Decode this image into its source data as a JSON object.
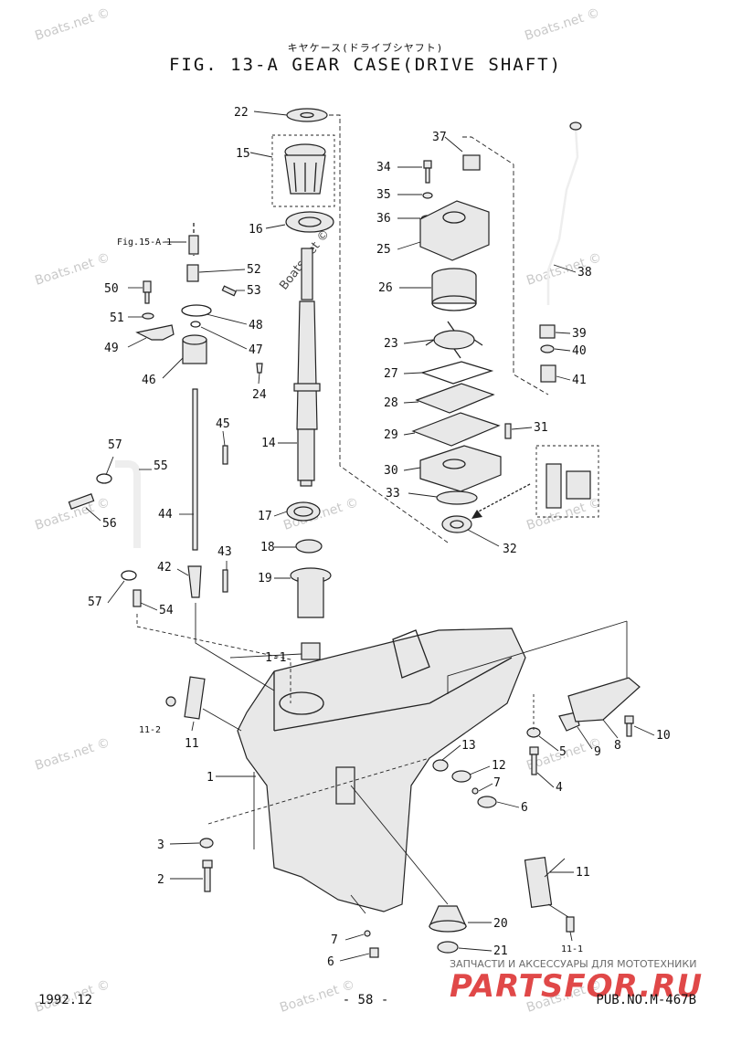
{
  "header": {
    "subtitle": "キヤケース(ドライブシヤフト)",
    "title": "FIG. 13-A GEAR CASE(DRIVE SHAFT)"
  },
  "footer": {
    "date": "1992.12",
    "page": "- 58 -",
    "pub_no": "PUB.NO.M-467B"
  },
  "banner": {
    "subtitle": "ЗАПЧАСТИ И АКСЕССУАРЫ ДЛЯ МОТОТЕХНИКИ",
    "brand": "PARTSFOR.RU"
  },
  "watermark": "Boats.net ©",
  "callouts": [
    {
      "id": "22",
      "label": "22"
    },
    {
      "id": "15",
      "label": "15"
    },
    {
      "id": "16",
      "label": "16"
    },
    {
      "id": "ref15a1",
      "label": "Fig.15-A-1"
    },
    {
      "id": "52",
      "label": "52"
    },
    {
      "id": "53",
      "label": "53"
    },
    {
      "id": "50",
      "label": "50"
    },
    {
      "id": "51",
      "label": "51"
    },
    {
      "id": "48",
      "label": "48"
    },
    {
      "id": "47",
      "label": "47"
    },
    {
      "id": "49",
      "label": "49"
    },
    {
      "id": "46",
      "label": "46"
    },
    {
      "id": "24",
      "label": "24"
    },
    {
      "id": "45",
      "label": "45"
    },
    {
      "id": "14",
      "label": "14"
    },
    {
      "id": "57a",
      "label": "57"
    },
    {
      "id": "55",
      "label": "55"
    },
    {
      "id": "56",
      "label": "56"
    },
    {
      "id": "44",
      "label": "44"
    },
    {
      "id": "17",
      "label": "17"
    },
    {
      "id": "18",
      "label": "18"
    },
    {
      "id": "42",
      "label": "42"
    },
    {
      "id": "43",
      "label": "43"
    },
    {
      "id": "19",
      "label": "19"
    },
    {
      "id": "57b",
      "label": "57"
    },
    {
      "id": "54",
      "label": "54"
    },
    {
      "id": "1-1",
      "label": "1-1"
    },
    {
      "id": "11-2",
      "label": "11-2"
    },
    {
      "id": "11a",
      "label": "11"
    },
    {
      "id": "1",
      "label": "1"
    },
    {
      "id": "3",
      "label": "3"
    },
    {
      "id": "2",
      "label": "2"
    },
    {
      "id": "13",
      "label": "13"
    },
    {
      "id": "12",
      "label": "12"
    },
    {
      "id": "7a",
      "label": "7"
    },
    {
      "id": "6a",
      "label": "6"
    },
    {
      "id": "5",
      "label": "5"
    },
    {
      "id": "4",
      "label": "4"
    },
    {
      "id": "9",
      "label": "9"
    },
    {
      "id": "8",
      "label": "8"
    },
    {
      "id": "10",
      "label": "10"
    },
    {
      "id": "11b",
      "label": "11"
    },
    {
      "id": "11-1",
      "label": "11-1"
    },
    {
      "id": "20",
      "label": "20"
    },
    {
      "id": "21",
      "label": "21"
    },
    {
      "id": "7b",
      "label": "7"
    },
    {
      "id": "6b",
      "label": "6"
    },
    {
      "id": "37",
      "label": "37"
    },
    {
      "id": "34",
      "label": "34"
    },
    {
      "id": "35",
      "label": "35"
    },
    {
      "id": "36",
      "label": "36"
    },
    {
      "id": "25",
      "label": "25"
    },
    {
      "id": "26",
      "label": "26"
    },
    {
      "id": "23",
      "label": "23"
    },
    {
      "id": "27",
      "label": "27"
    },
    {
      "id": "28",
      "label": "28"
    },
    {
      "id": "29",
      "label": "29"
    },
    {
      "id": "31",
      "label": "31"
    },
    {
      "id": "30",
      "label": "30"
    },
    {
      "id": "33",
      "label": "33"
    },
    {
      "id": "32",
      "label": "32"
    },
    {
      "id": "38",
      "label": "38"
    },
    {
      "id": "39",
      "label": "39"
    },
    {
      "id": "40",
      "label": "40"
    },
    {
      "id": "41",
      "label": "41"
    }
  ]
}
